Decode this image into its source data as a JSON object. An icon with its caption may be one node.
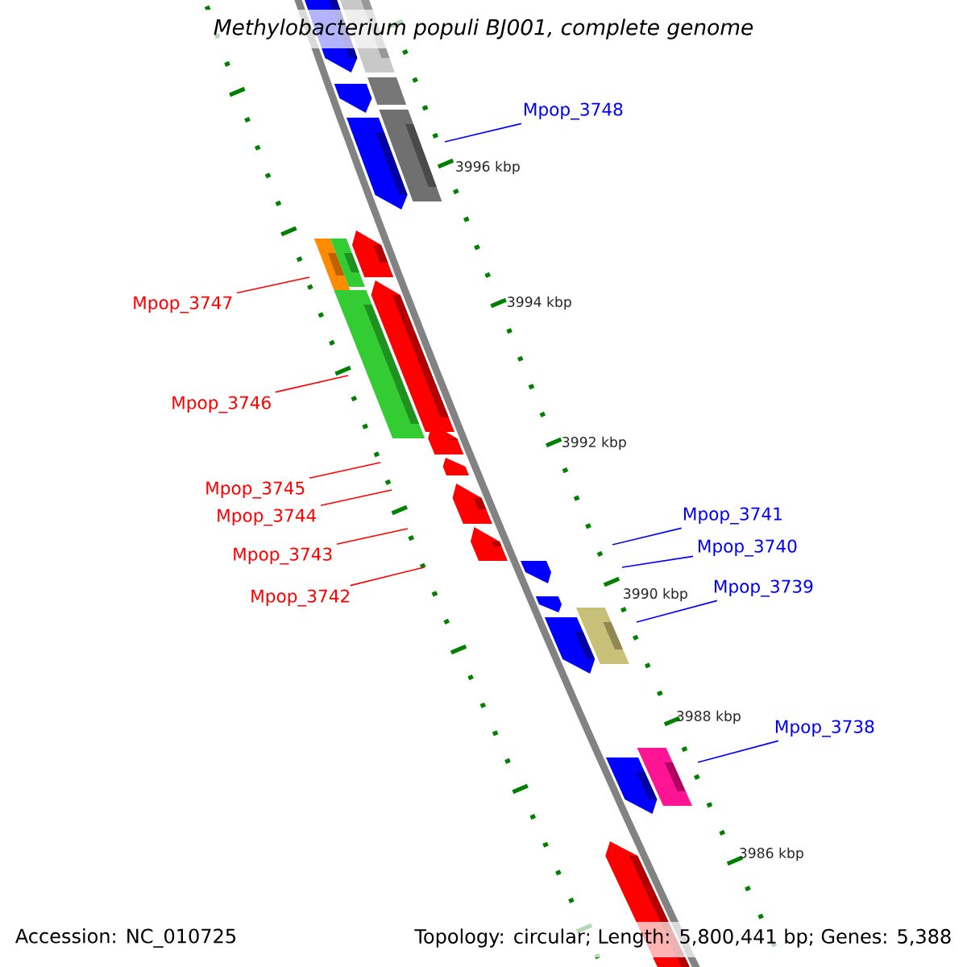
{
  "diagram": {
    "title": "Methylobacterium populi BJ001, complete genome",
    "nodes": [
      {
        "text": [
          "Mpop_3748"
        ]
      },
      {
        "text": [
          "Mpop_3747"
        ]
      },
      {
        "text": [
          "Mpop_3746"
        ]
      },
      {
        "text": [
          "Mpop_3745"
        ]
      },
      {
        "text": [
          "Mpop_3741"
        ]
      },
      {
        "text": [
          "Mpop_3744"
        ]
      },
      {
        "text": [
          "Mpop_3740"
        ]
      },
      {
        "text": [
          "Mpop_3743"
        ]
      },
      {
        "text": [
          "Mpop_3739"
        ]
      },
      {
        "text": [
          "Mpop_3742"
        ]
      },
      {
        "text": [
          "Mpop_3738"
        ]
      }
    ],
    "edges": [
      {
        "from": 0,
        "to": null,
        "arrow": "none",
        "color": "#0000ff"
      },
      {
        "from": 1,
        "to": null,
        "arrow": "none",
        "color": "#ff0000"
      },
      {
        "from": 2,
        "to": null,
        "arrow": "none",
        "color": "#ff0000"
      },
      {
        "from": 3,
        "to": null,
        "arrow": "none",
        "color": "#ff0000"
      },
      {
        "from": 4,
        "to": null,
        "arrow": "none",
        "color": "#0000ff"
      },
      {
        "from": 5,
        "to": null,
        "arrow": "none",
        "color": "#ff0000"
      },
      {
        "from": 6,
        "to": null,
        "arrow": "none",
        "color": "#0000ff"
      },
      {
        "from": 7,
        "to": null,
        "arrow": "none",
        "color": "#ff0000"
      },
      {
        "from": 8,
        "to": null,
        "arrow": "none",
        "color": "#0000ff"
      },
      {
        "from": 9,
        "to": null,
        "arrow": "none",
        "color": "#ff0000"
      },
      {
        "from": 10,
        "to": null,
        "arrow": "none",
        "color": "#0000ff"
      }
    ],
    "labels": [
      "3996 kbp",
      "3994 kbp",
      "3992 kbp",
      "3990 kbp",
      "3988 kbp",
      "3986 kbp",
      "Accession: NC_010725",
      "Topology: circular; Length: 5,800,441 bp; Genes: 5,388"
    ]
  }
}
